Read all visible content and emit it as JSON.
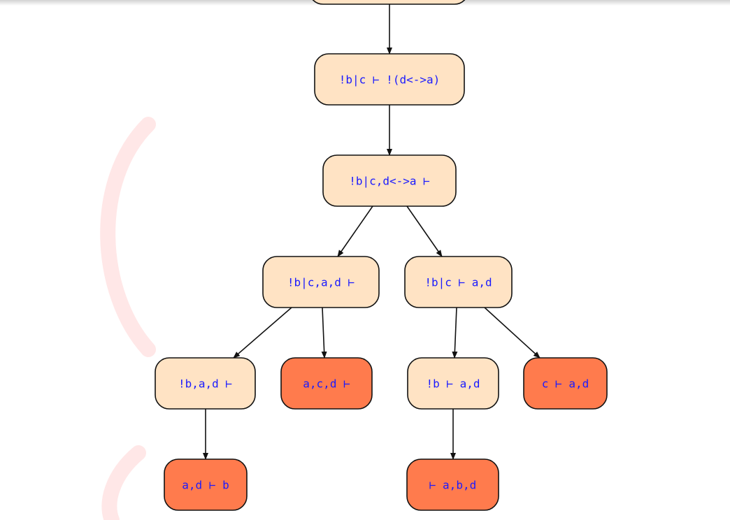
{
  "colors": {
    "node_open": "#ffe3c4",
    "node_closed": "#ff7b4d",
    "node_border": "#111111",
    "edge": "#111111",
    "label_text": "#1a1aff",
    "watermark": "#ffe7e7"
  },
  "tree": {
    "nodes": [
      {
        "id": "root",
        "label": "",
        "status": "open"
      },
      {
        "id": "n1",
        "label": "!b|c ⊢ !(d<->a)",
        "status": "open"
      },
      {
        "id": "n2",
        "label": "!b|c,d<->a ⊢",
        "status": "open"
      },
      {
        "id": "n3",
        "label": "!b|c,a,d ⊢",
        "status": "open"
      },
      {
        "id": "n4",
        "label": "!b|c ⊢ a,d",
        "status": "open"
      },
      {
        "id": "n5",
        "label": "!b,a,d ⊢",
        "status": "open"
      },
      {
        "id": "n6",
        "label": "a,c,d ⊢",
        "status": "closed"
      },
      {
        "id": "n7",
        "label": "!b ⊢ a,d",
        "status": "open"
      },
      {
        "id": "n8",
        "label": "c ⊢ a,d",
        "status": "closed"
      },
      {
        "id": "n9",
        "label": "a,d ⊢ b",
        "status": "closed"
      },
      {
        "id": "n10",
        "label": "⊢ a,b,d",
        "status": "closed"
      }
    ],
    "edges": [
      [
        "root",
        "n1"
      ],
      [
        "n1",
        "n2"
      ],
      [
        "n2",
        "n3"
      ],
      [
        "n2",
        "n4"
      ],
      [
        "n3",
        "n5"
      ],
      [
        "n3",
        "n6"
      ],
      [
        "n4",
        "n7"
      ],
      [
        "n4",
        "n8"
      ],
      [
        "n5",
        "n9"
      ],
      [
        "n7",
        "n10"
      ]
    ]
  }
}
